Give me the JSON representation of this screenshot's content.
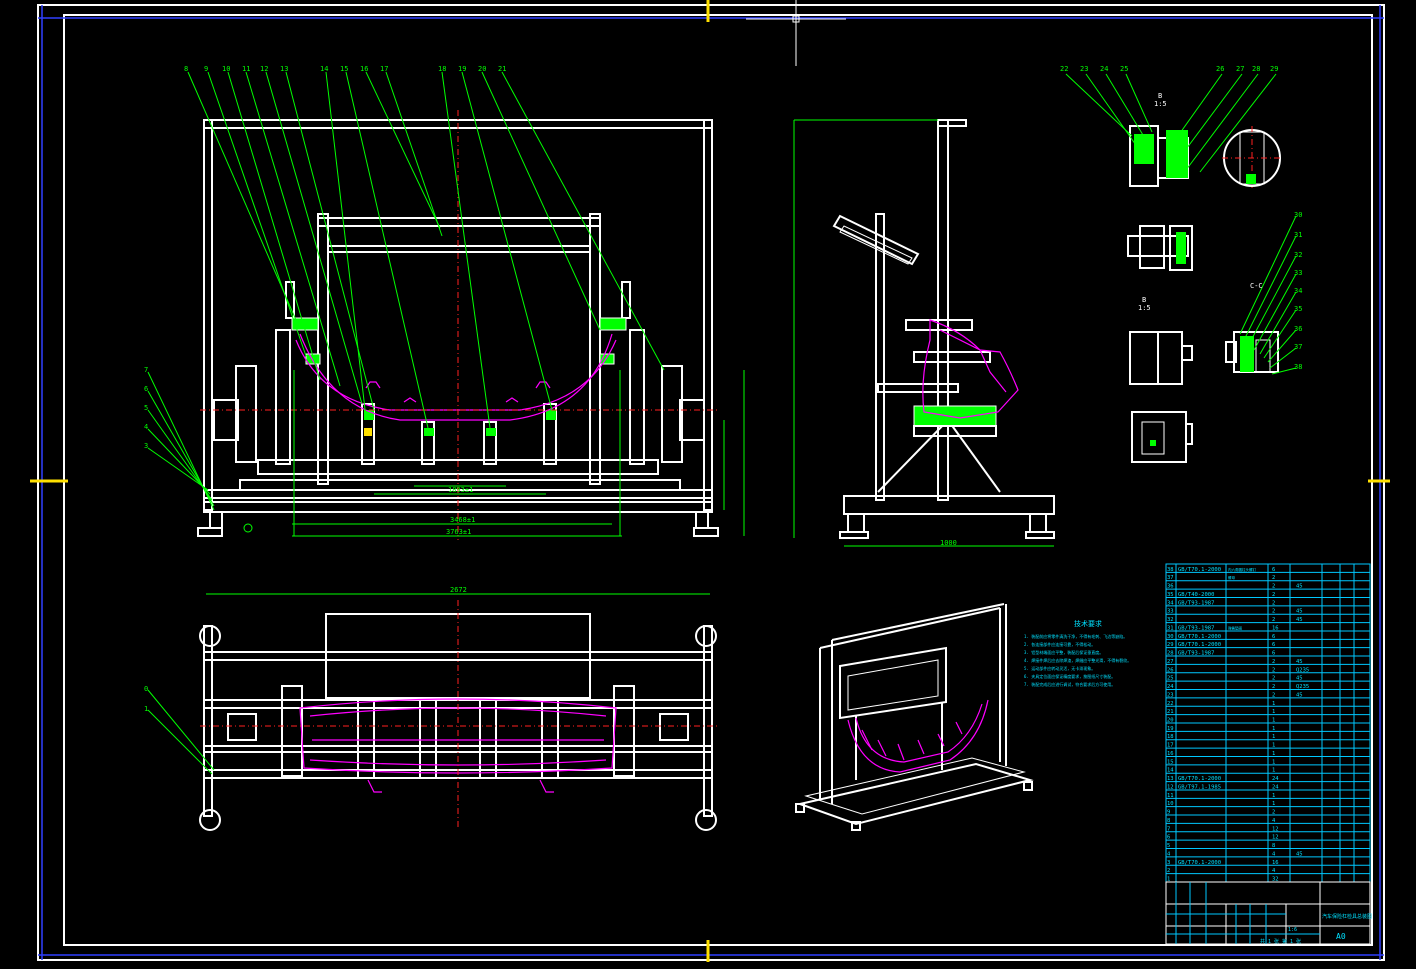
{
  "balloons_front": [
    "8",
    "9",
    "10",
    "11",
    "12",
    "13",
    "14",
    "15",
    "16",
    "17",
    "18",
    "19",
    "20",
    "21"
  ],
  "balloons_left": [
    "7",
    "6",
    "5",
    "4",
    "3"
  ],
  "balloons_top_left": [
    "0",
    "1"
  ],
  "balloons_detail_top": [
    "22",
    "23",
    "24",
    "25",
    "26",
    "27",
    "28",
    "29"
  ],
  "balloons_detail_right": [
    "30",
    "31",
    "32",
    "33",
    "34",
    "35",
    "36",
    "37",
    "38"
  ],
  "section_labels": {
    "b1": "B",
    "b1_sub": "1:5",
    "b2": "B",
    "b2_sub": "1:5",
    "cc": "C-C"
  },
  "notes_title": "技术要求",
  "notes": [
    "1. 装配前应将零件清洗干净，不得有毛刺、飞边等缺陷。",
    "2. 各连接部件应连接可靠，不得松动。",
    "3. 铝型材端面应平整，装配后保证垂直度。",
    "4. 焊接件焊后应去除焊渣，焊缝应平整光滑，不得有裂纹。",
    "5. 运动部件应转动灵活，无卡滞现象。",
    "6. 夹具定位面应保证精度要求，按图纸尺寸装配。",
    "7. 装配完成后应进行调试，符合要求后方可使用。"
  ],
  "bom": [
    {
      "no": "38",
      "code": "GB/T70.1-2000",
      "name": "内六角圆柱头螺钉",
      "qty": "6",
      "mat": ""
    },
    {
      "no": "37",
      "code": "",
      "name": "螺母",
      "qty": "2",
      "mat": ""
    },
    {
      "no": "36",
      "code": "",
      "name": "",
      "qty": "2",
      "mat": "45"
    },
    {
      "no": "35",
      "code": "GB/T40-2000",
      "name": "",
      "qty": "2",
      "mat": ""
    },
    {
      "no": "34",
      "code": "GB/T93-1987",
      "name": "",
      "qty": "2",
      "mat": ""
    },
    {
      "no": "33",
      "code": "",
      "name": "",
      "qty": "2",
      "mat": "45"
    },
    {
      "no": "32",
      "code": "",
      "name": "",
      "qty": "2",
      "mat": "45"
    },
    {
      "no": "31",
      "code": "GB/T93-1987",
      "name": "弹簧垫圈",
      "qty": "16",
      "mat": ""
    },
    {
      "no": "30",
      "code": "GB/T70.1-2000",
      "name": "",
      "qty": "6",
      "mat": ""
    },
    {
      "no": "29",
      "code": "GB/T70.1-2000",
      "name": "",
      "qty": "6",
      "mat": ""
    },
    {
      "no": "28",
      "code": "GB/T93-1987",
      "name": "",
      "qty": "6",
      "mat": ""
    },
    {
      "no": "27",
      "code": "",
      "name": "",
      "qty": "2",
      "mat": "45"
    },
    {
      "no": "26",
      "code": "",
      "name": "",
      "qty": "2",
      "mat": "Q235"
    },
    {
      "no": "25",
      "code": "",
      "name": "",
      "qty": "2",
      "mat": "45"
    },
    {
      "no": "24",
      "code": "",
      "name": "",
      "qty": "2",
      "mat": "Q235"
    },
    {
      "no": "23",
      "code": "",
      "name": "",
      "qty": "2",
      "mat": "45"
    },
    {
      "no": "22",
      "code": "",
      "name": "",
      "qty": "1",
      "mat": ""
    },
    {
      "no": "21",
      "code": "",
      "name": "",
      "qty": "1",
      "mat": ""
    },
    {
      "no": "20",
      "code": "",
      "name": "",
      "qty": "1",
      "mat": ""
    },
    {
      "no": "19",
      "code": "",
      "name": "",
      "qty": "1",
      "mat": ""
    },
    {
      "no": "18",
      "code": "",
      "name": "",
      "qty": "1",
      "mat": ""
    },
    {
      "no": "17",
      "code": "",
      "name": "",
      "qty": "1",
      "mat": ""
    },
    {
      "no": "16",
      "code": "",
      "name": "",
      "qty": "1",
      "mat": ""
    },
    {
      "no": "15",
      "code": "",
      "name": "",
      "qty": "1",
      "mat": ""
    },
    {
      "no": "14",
      "code": "",
      "name": "",
      "qty": "1",
      "mat": ""
    },
    {
      "no": "13",
      "code": "GB/T70.1-2000",
      "name": "",
      "qty": "24",
      "mat": ""
    },
    {
      "no": "12",
      "code": "GB/T97.1-1985",
      "name": "",
      "qty": "24",
      "mat": ""
    },
    {
      "no": "11",
      "code": "",
      "name": "",
      "qty": "1",
      "mat": ""
    },
    {
      "no": "10",
      "code": "",
      "name": "",
      "qty": "1",
      "mat": ""
    },
    {
      "no": "9",
      "code": "",
      "name": "",
      "qty": "2",
      "mat": ""
    },
    {
      "no": "8",
      "code": "",
      "name": "",
      "qty": "4",
      "mat": ""
    },
    {
      "no": "7",
      "code": "",
      "name": "",
      "qty": "12",
      "mat": ""
    },
    {
      "no": "6",
      "code": "",
      "name": "",
      "qty": "12",
      "mat": ""
    },
    {
      "no": "5",
      "code": "",
      "name": "",
      "qty": "8",
      "mat": ""
    },
    {
      "no": "4",
      "code": "",
      "name": "",
      "qty": "4",
      "mat": "45"
    },
    {
      "no": "3",
      "code": "GB/T70.1-2000",
      "name": "",
      "qty": "16",
      "mat": ""
    },
    {
      "no": "2",
      "code": "",
      "name": "",
      "qty": "4",
      "mat": ""
    },
    {
      "no": "1",
      "code": "",
      "name": "",
      "qty": "32",
      "mat": ""
    }
  ],
  "title_block": {
    "drawing_title": "汽车保险杠检具总装图",
    "scale": "1:6",
    "sheet": "共 1 张  第 1 张",
    "paper_size": "A0"
  }
}
